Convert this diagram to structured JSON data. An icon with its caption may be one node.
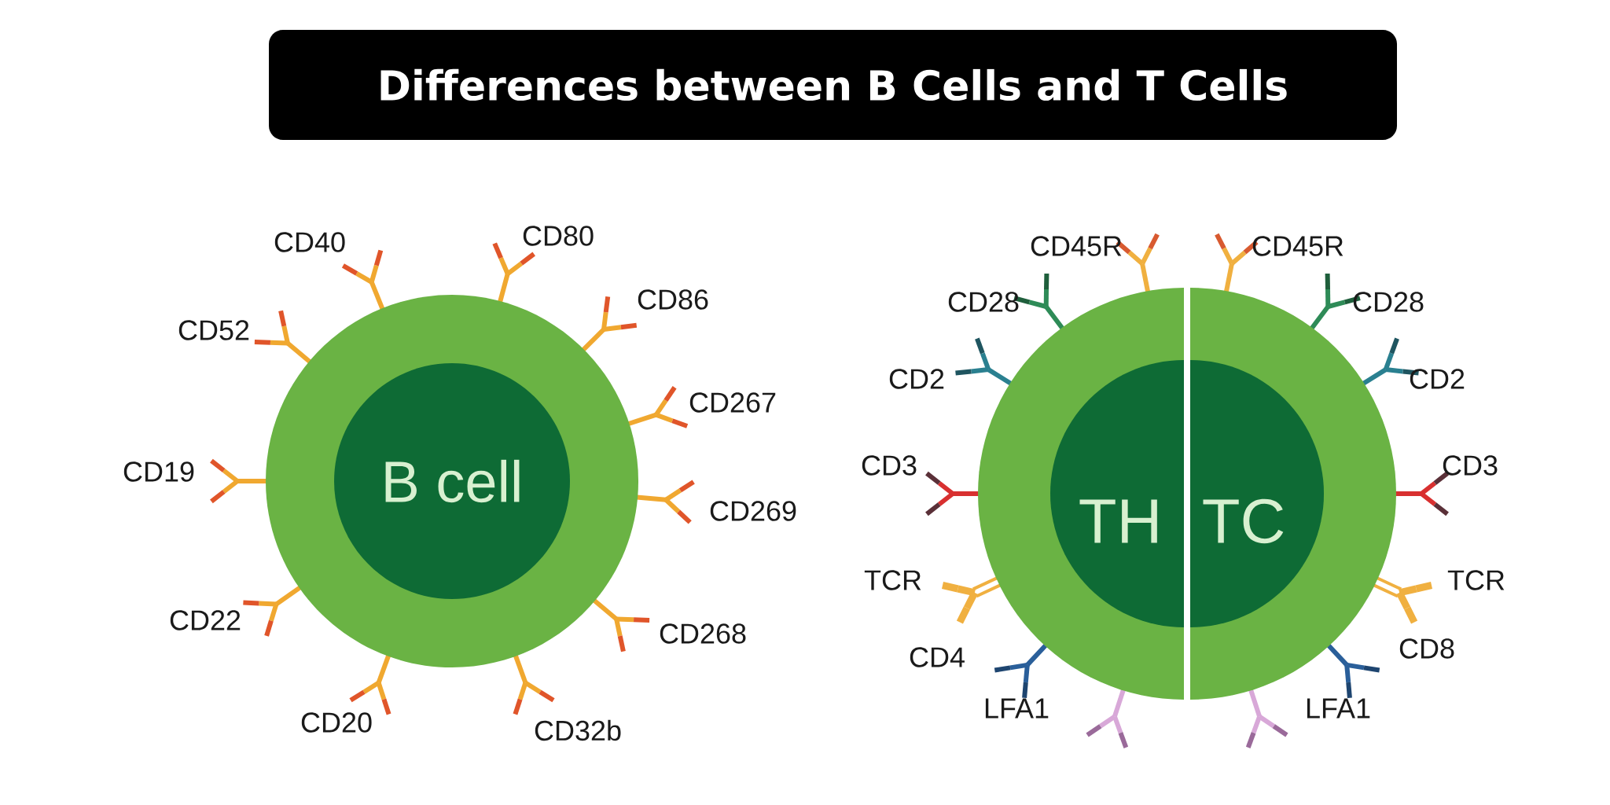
{
  "diagram": {
    "title": "Differences between B Cells and T Cells",
    "nodes": [
      {
        "text": [
          "B cell"
        ]
      },
      {
        "text": [
          "TH"
        ]
      },
      {
        "text": [
          "TC"
        ]
      }
    ],
    "labels": [
      "CD40",
      "CD80",
      "CD52",
      "CD86",
      "CD267",
      "CD19",
      "CD269",
      "CD22",
      "CD268",
      "CD20",
      "CD32b",
      "CD45R",
      "CD45R",
      "CD28",
      "CD28",
      "CD2",
      "CD2",
      "CD3",
      "CD3",
      "TCR",
      "TCR",
      "CD4",
      "CD8",
      "LFA1",
      "LFA1"
    ]
  }
}
